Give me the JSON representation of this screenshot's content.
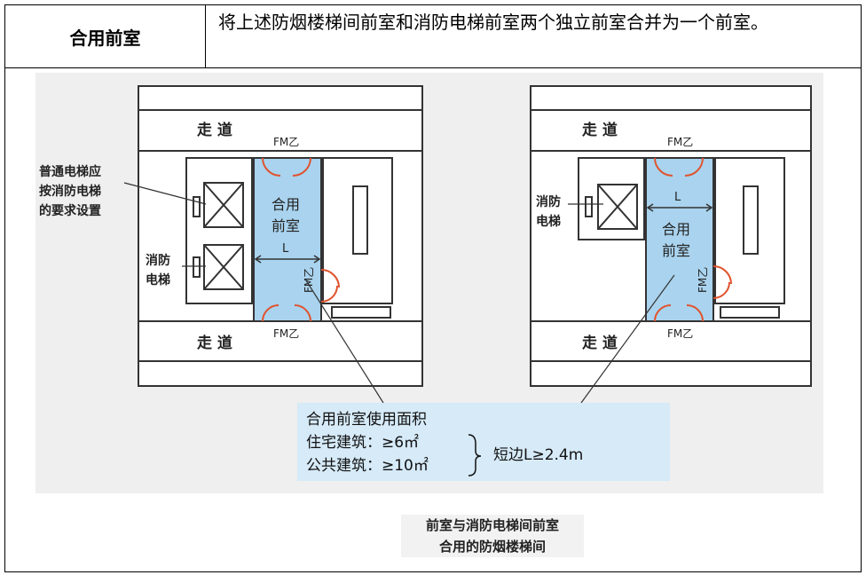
{
  "table": {
    "row_label": "合用前室",
    "row_description": "将上述防烟楼梯间前室和消防电梯前室两个独立前室合并为一个前室。"
  },
  "figure": {
    "left_plan": {
      "corridor_top": "走  道",
      "corridor_bottom": "走  道",
      "door_top": "FM乙",
      "door_right": "FM乙",
      "door_bottom": "FM乙",
      "room_label_1": "合用",
      "room_label_2": "前室",
      "dim_label": "L",
      "note_regular_elevator": [
        "普通电梯应",
        "按消防电梯",
        "的要求设置"
      ],
      "note_fire_elevator": [
        "消防",
        "电梯"
      ]
    },
    "right_plan": {
      "corridor_top": "走  道",
      "corridor_bottom": "走  道",
      "door_top": "FM乙",
      "door_right": "FM乙",
      "door_bottom": "FM乙",
      "room_label_1": "合用",
      "room_label_2": "前室",
      "dim_label": "L",
      "note_fire_elevator": [
        "消防",
        "电梯"
      ]
    },
    "area_note": {
      "title": "合用前室使用面积",
      "residential": "住宅建筑：≥6㎡",
      "public": "公共建筑：≥10㎡",
      "short_side": "短边L≥2.4m"
    },
    "caption": [
      "前室与消防电梯间前室",
      "合用的防烟楼梯间"
    ],
    "colors": {
      "anteroom": "#a9d3ee",
      "note_box": "#d6eaf8",
      "door": "#e0532e",
      "wall": "#333333"
    }
  }
}
